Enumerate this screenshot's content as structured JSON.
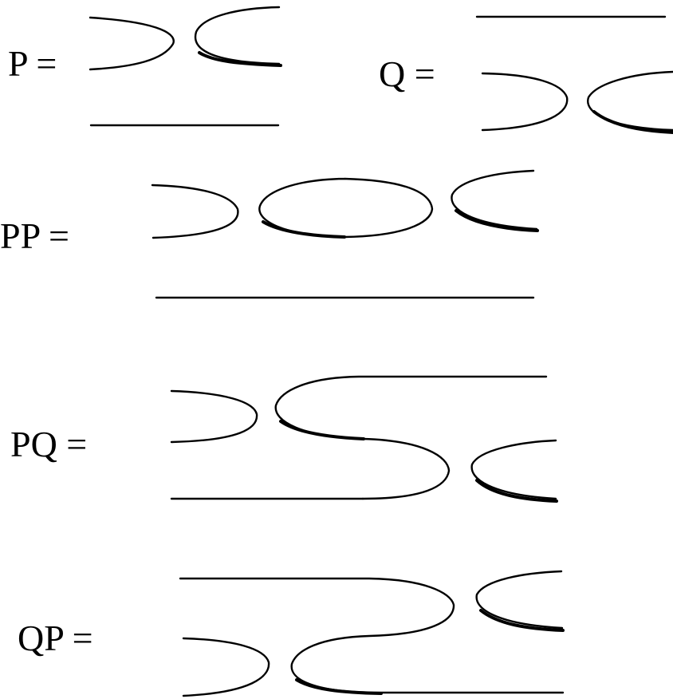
{
  "diagrams": [
    {
      "id": "P",
      "label": "P ="
    },
    {
      "id": "Q",
      "label": "Q ="
    },
    {
      "id": "PP",
      "label": "PP ="
    },
    {
      "id": "PQ",
      "label": "PQ ="
    },
    {
      "id": "QP",
      "label": "QP ="
    }
  ],
  "colors": {
    "ink": "#000000",
    "background": "#ffffff"
  }
}
